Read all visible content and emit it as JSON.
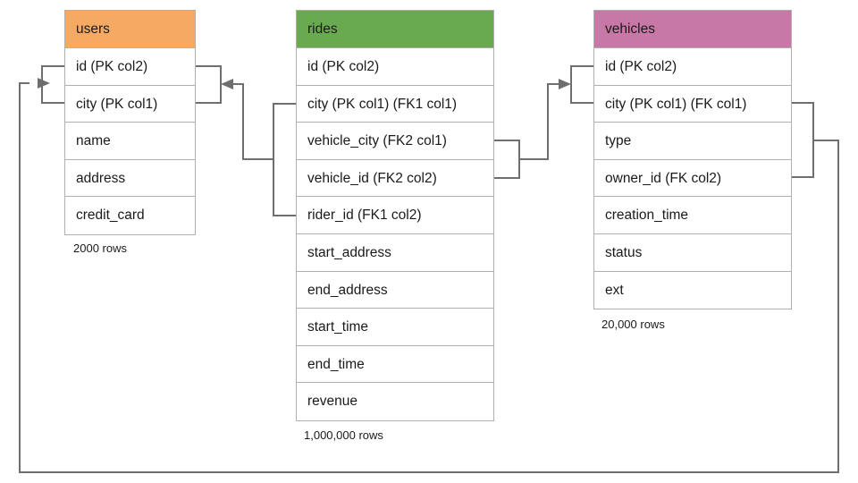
{
  "diagram": {
    "title": "Database schema entity relationship diagram",
    "background": "#ffffff",
    "edge_color": "#6e6e6e",
    "border_color": "#b0b0b0"
  },
  "entities": [
    {
      "name": "users",
      "header_color": "#f5a962",
      "row_count": "2000 rows",
      "fields": [
        {
          "label": "id (PK col2)"
        },
        {
          "label": "city (PK col1)"
        },
        {
          "label": "name"
        },
        {
          "label": "address"
        },
        {
          "label": "credit_card"
        }
      ]
    },
    {
      "name": "rides",
      "header_color": "#69a94f",
      "row_count": "1,000,000 rows",
      "fields": [
        {
          "label": "id (PK col2)"
        },
        {
          "label": "city (PK col1) (FK1 col1)"
        },
        {
          "label": "vehicle_city (FK2 col1)"
        },
        {
          "label": "vehicle_id (FK2 col2)"
        },
        {
          "label": "rider_id (FK1 col2)"
        },
        {
          "label": "start_address"
        },
        {
          "label": "end_address"
        },
        {
          "label": "start_time"
        },
        {
          "label": "end_time"
        },
        {
          "label": "revenue"
        }
      ]
    },
    {
      "name": "vehicles",
      "header_color": "#c878a6",
      "row_count": "20,000 rows",
      "fields": [
        {
          "label": "id (PK col2)"
        },
        {
          "label": "city (PK col1) (FK col1)"
        },
        {
          "label": "type"
        },
        {
          "label": "owner_id (FK col2)"
        },
        {
          "label": "creation_time"
        },
        {
          "label": "status"
        },
        {
          "label": "ext"
        }
      ]
    }
  ],
  "relationships": [
    {
      "name": "rides-to-users",
      "from": "rides.city + rides.rider_id",
      "to": "users.id + users.city",
      "direction": "left"
    },
    {
      "name": "rides-to-vehicles",
      "from": "rides.vehicle_city + rides.vehicle_id",
      "to": "vehicles.id + vehicles.city",
      "direction": "right"
    },
    {
      "name": "vehicles-to-users",
      "from": "vehicles.city + vehicles.owner_id",
      "to": "users.id + users.city",
      "direction": "left"
    }
  ]
}
